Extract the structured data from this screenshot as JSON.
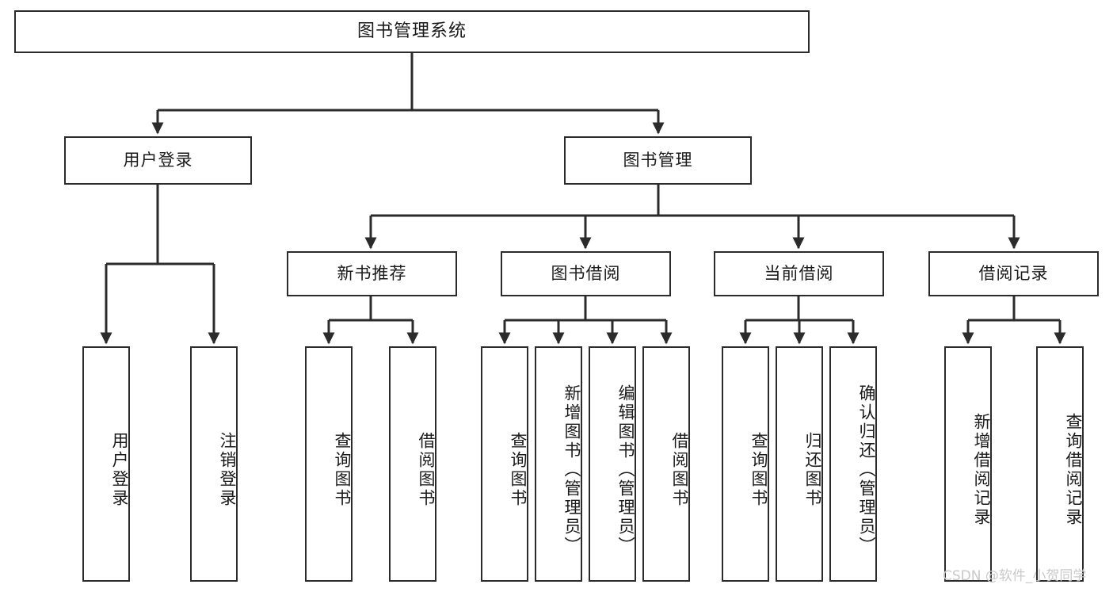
{
  "diagram": {
    "type": "tree",
    "title": "图书管理系统",
    "watermark": "CSDN @软件_小贺同学",
    "colors": {
      "stroke": "#2b2b2b",
      "fill": "#ffffff",
      "text": "#1a1a1a",
      "watermark": "#c9c9c9"
    },
    "nodes": {
      "root": "图书管理系统",
      "level2": {
        "user_login": "用户登录",
        "book_manage": "图书管理"
      },
      "level3": {
        "new_book_rec": "新书推荐",
        "book_borrow": "图书借阅",
        "current_borrow": "当前借阅",
        "borrow_record": "借阅记录"
      },
      "leaves": {
        "user_login_1": "用户登录",
        "user_login_2": "注销登录",
        "new_book_rec_1": "查询图书",
        "new_book_rec_2": "借阅图书",
        "book_borrow_1": "查询图书",
        "book_borrow_2": "新增图书（管理员）",
        "book_borrow_3": "编辑图书（管理员）",
        "book_borrow_4": "借阅图书",
        "current_borrow_1": "查询图书",
        "current_borrow_2": "归还图书",
        "current_borrow_3": "确认归还（管理员）",
        "borrow_record_1": "新增借阅记录",
        "borrow_record_2": "查询借阅记录"
      }
    }
  }
}
